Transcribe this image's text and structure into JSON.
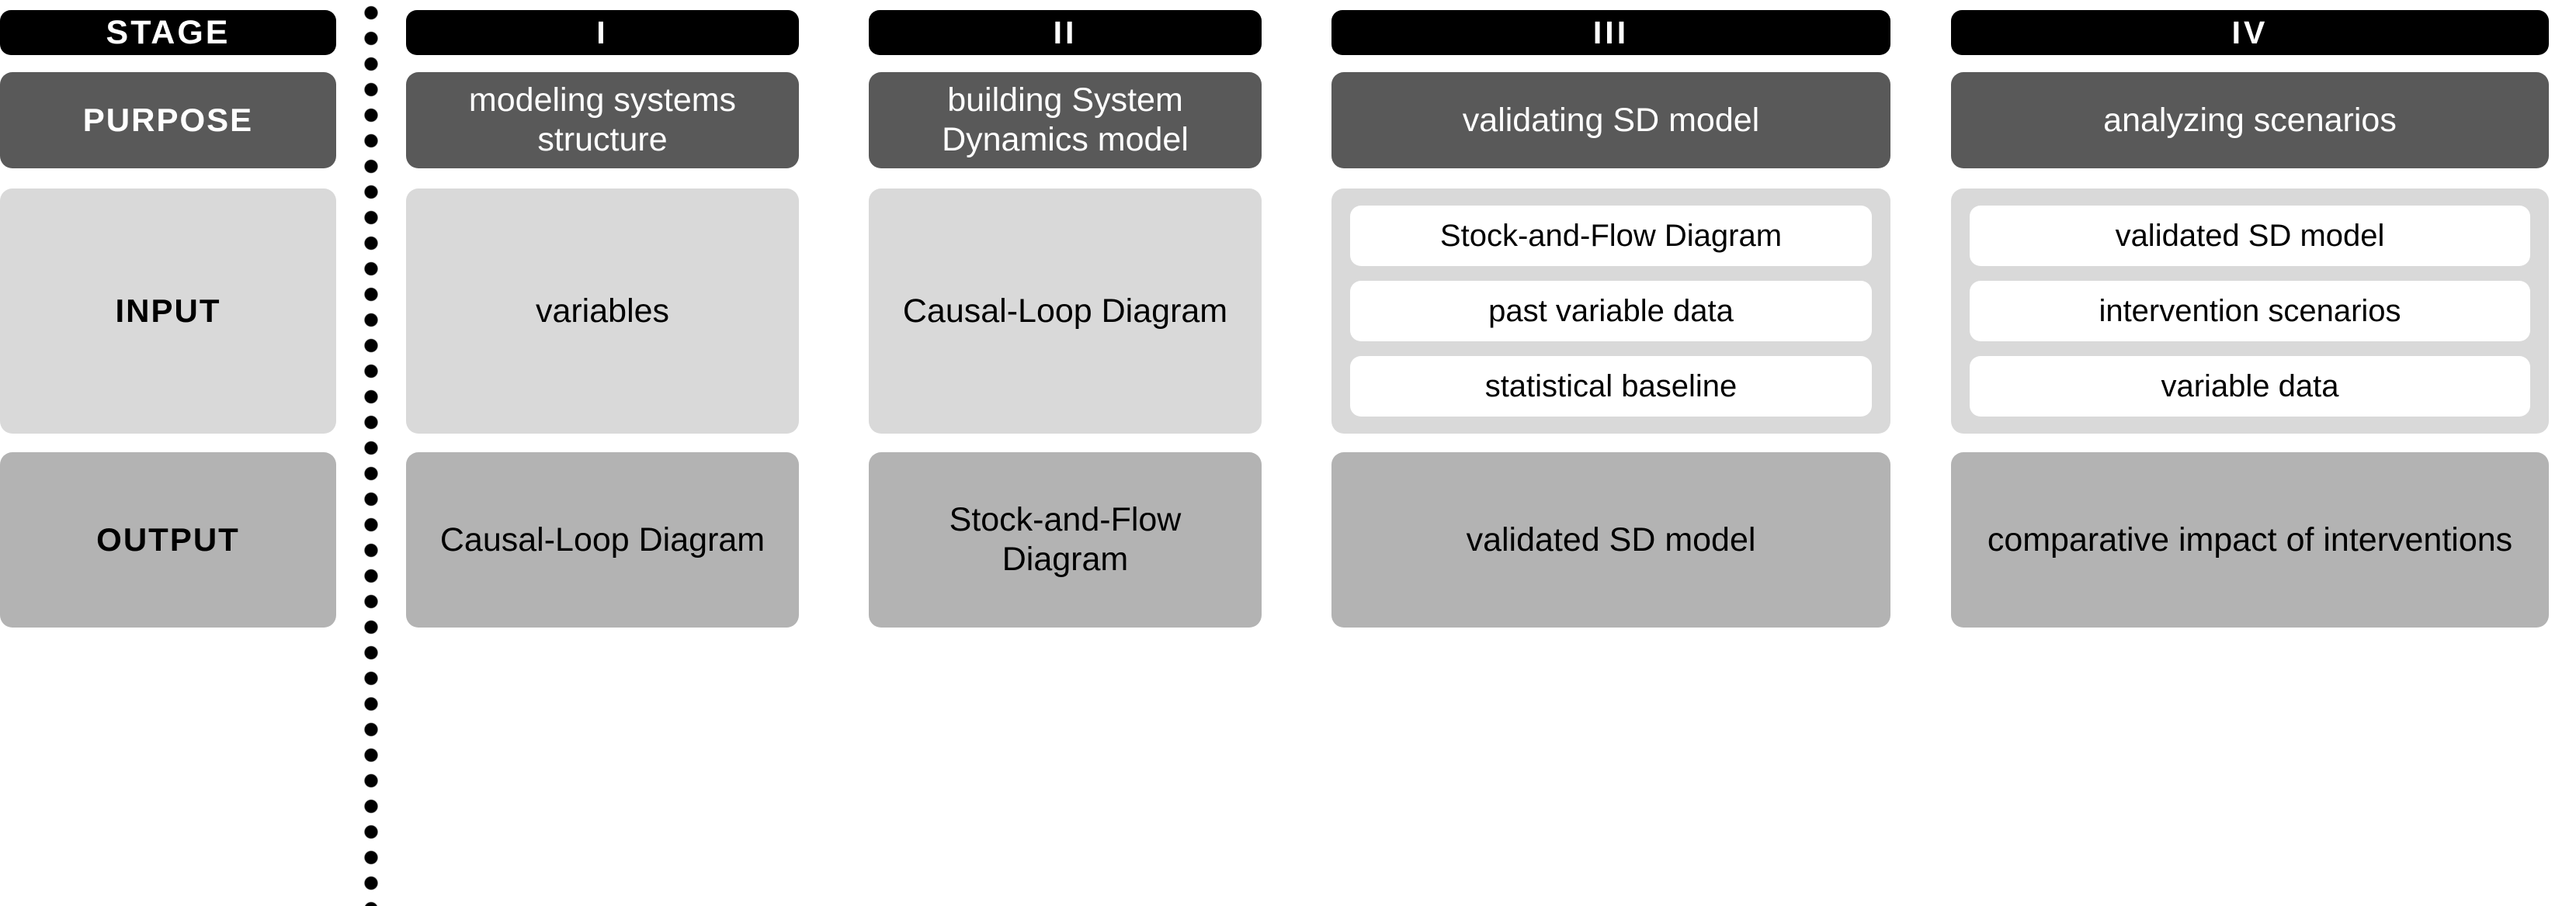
{
  "header": {
    "row_label": "STAGE",
    "stages": [
      "I",
      "II",
      "III",
      "IV"
    ]
  },
  "rows": {
    "purpose": {
      "label": "PURPOSE",
      "cells": [
        "modeling systems structure",
        "building System Dynamics model",
        "validating SD model",
        "analyzing scenarios"
      ]
    },
    "input": {
      "label": "INPUT",
      "cells": [
        {
          "type": "single",
          "text": "variables"
        },
        {
          "type": "single",
          "text": "Causal-Loop Diagram"
        },
        {
          "type": "list",
          "items": [
            "Stock-and-Flow Diagram",
            "past variable data",
            "statistical baseline"
          ]
        },
        {
          "type": "list",
          "items": [
            "validated SD model",
            "intervention scenarios",
            "variable data"
          ]
        }
      ]
    },
    "output": {
      "label": "OUTPUT",
      "cells": [
        "Causal-Loop Diagram",
        "Stock-and-Flow Diagram",
        "validated SD model",
        "comparative impact of interventions"
      ]
    }
  },
  "colors": {
    "header_bg": "#000000",
    "header_text": "#ffffff",
    "purpose_bg": "#595959",
    "purpose_text": "#ffffff",
    "input_bg": "#d9d9d9",
    "chip_bg": "#ffffff",
    "output_bg": "#b3b3b3",
    "body_text": "#000000",
    "divider": "#000000"
  }
}
